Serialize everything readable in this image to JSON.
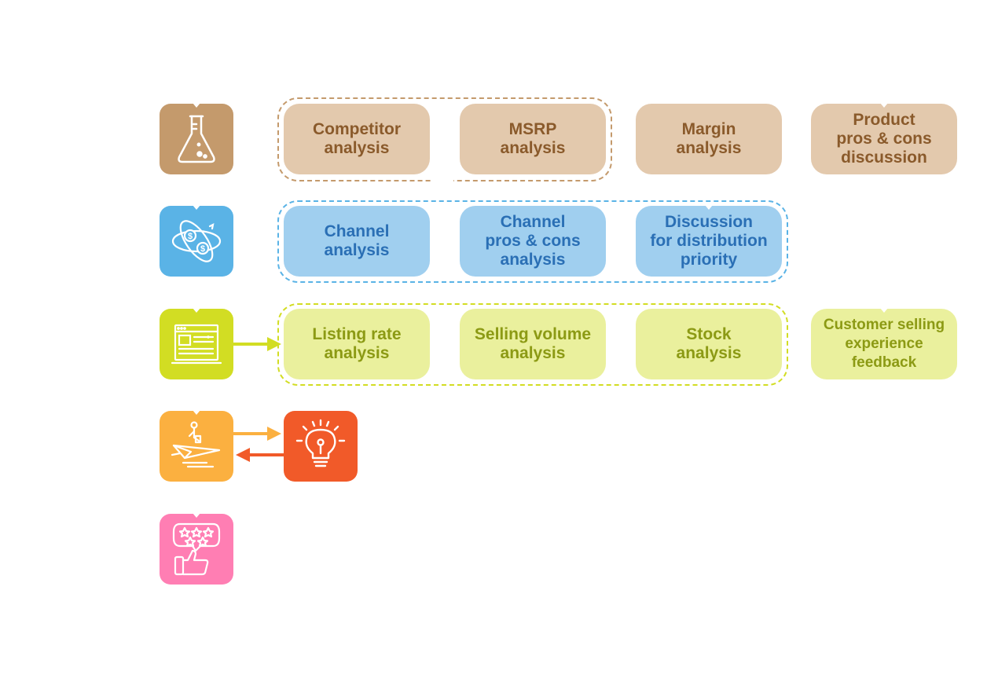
{
  "colors": {
    "row1_icon": "#c49a6c",
    "row1_box": "#e3c9ad",
    "row1_text": "#8a5a2b",
    "row2_icon": "#5ab3e6",
    "row2_box": "#a0cfef",
    "row2_text": "#2a6fb5",
    "row3_icon": "#d2dd23",
    "row3_box": "#eaf09d",
    "row3_text": "#8c9a14",
    "row4_icon": "#fbb040",
    "idea_icon": "#f15a29",
    "row5_icon": "#ff7eb3"
  },
  "icons": {
    "row1": "flask-icon",
    "row2": "globe-money-icon",
    "row3": "browser-window-icon",
    "row4": "paper-plane-rider-icon",
    "row4b": "lightbulb-icon",
    "row5": "rating-thumbs-up-icon"
  },
  "row1": {
    "boxes": [
      "Competitor\nanalysis",
      "MSRP\nanalysis",
      "Margin\nanalysis",
      "Product\npros & cons\ndiscussion"
    ]
  },
  "row2": {
    "boxes": [
      "Channel\nanalysis",
      "Channel\npros & cons\nanalysis",
      "Discussion\nfor distribution\npriority"
    ]
  },
  "row3": {
    "boxes": [
      "Listing rate\nanalysis",
      "Selling volume\nanalysis",
      "Stock\nanalysis",
      "Customer selling\nexperience\nfeedback"
    ]
  }
}
